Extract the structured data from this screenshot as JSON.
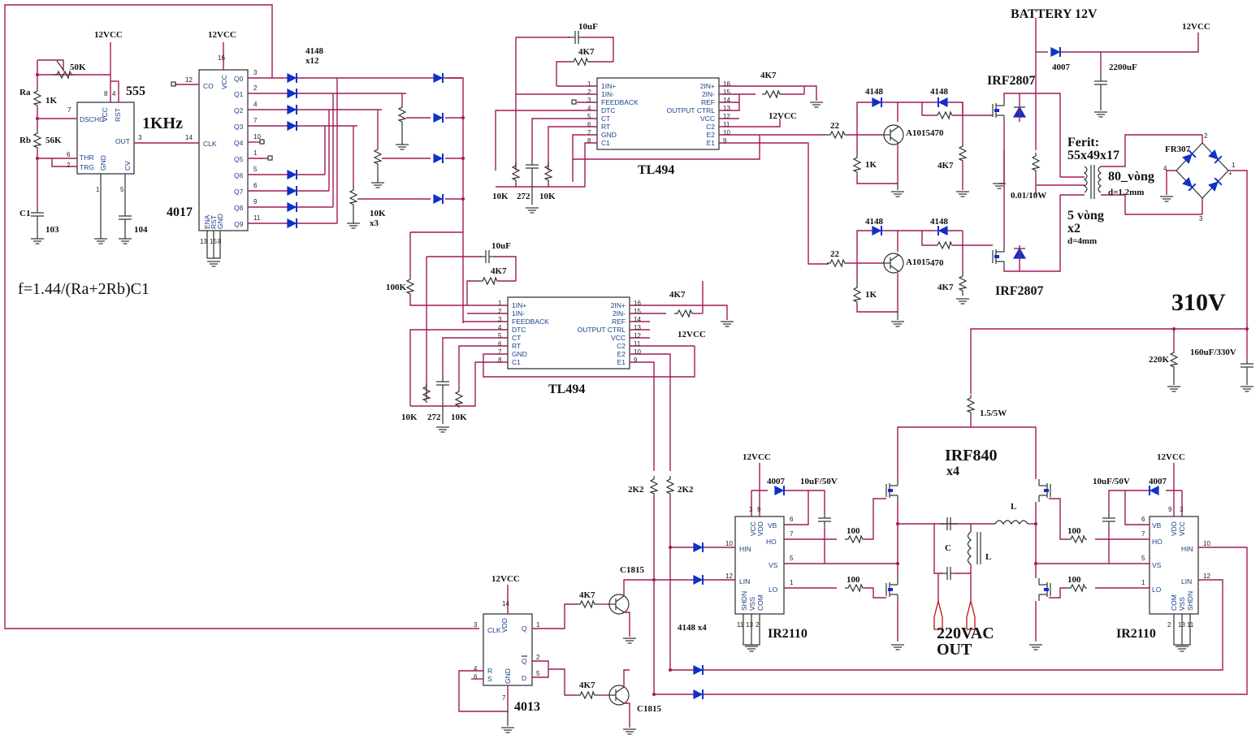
{
  "supply": {
    "vcc": "12VCC",
    "battery": "BATTERY 12V",
    "hv": "310V"
  },
  "timer555": {
    "name": "555",
    "freq": "1KHz",
    "formula": "f=1.44/(Ra+2Rb)C1",
    "ra": "Ra",
    "ra_val": "1K",
    "rb": "Rb",
    "rb_val": "56K",
    "pot": "50K",
    "c1": "C1",
    "c1_val": "103",
    "cv_cap": "104",
    "pins": {
      "dschg": "DSCHG",
      "vcc": "VCC",
      "rst": "RST",
      "out": "OUT",
      "thr": "THR",
      "trg": "TRG",
      "gnd": "GND",
      "cv": "CV"
    }
  },
  "counter4017": {
    "name": "4017",
    "diodes": "4148",
    "diodes_count": "x12",
    "pots": "10K",
    "pots_count": "x3",
    "pins": {
      "co": "CO",
      "clk": "CLK",
      "vcc": "VCC",
      "q0": "Q0",
      "q1": "Q1",
      "q2": "Q2",
      "q3": "Q3",
      "q4": "Q4",
      "q5": "Q5",
      "q6": "Q6",
      "q7": "Q7",
      "q8": "Q8",
      "q9": "Q9",
      "ena": "ENA",
      "rst": "RST",
      "gnd": "GND"
    }
  },
  "tl494": {
    "name": "TL494",
    "left_pins": [
      "1IN+",
      "1IN-",
      "FEEDBACK",
      "DTC",
      "CT",
      "RT",
      "GND",
      "C1"
    ],
    "right_pins": [
      "2IN+",
      "2IN-",
      "REF",
      "OUTPUT CTRL",
      "VCC",
      "C2",
      "E2",
      "E1"
    ],
    "cap_10u": "10uF",
    "r4k7": "4K7",
    "r10k": "10K",
    "c272": "272",
    "r100k": "100K",
    "r22": "22"
  },
  "push_pull": {
    "mosfet": "IRF2807",
    "transistor": "A1015",
    "r470": "470",
    "r1k": "1K",
    "r4k7": "4K7",
    "diode": "4148",
    "d4007": "4007",
    "c2200": "2200uF",
    "shunt": "0.01/10W",
    "ferrite": "Ferit:",
    "core": "55x49x17",
    "sec_turns": "80_vòng",
    "sec_wire": "d=1.2mm",
    "pri_turns": "5 vòng",
    "pri_count": "x2",
    "pri_wire": "d=4mm",
    "bridge": "FR307"
  },
  "hv_side": {
    "r220k": "220K",
    "cap": "160uF/330V",
    "rlim": "1.5/5W"
  },
  "hbridge": {
    "mosfet": "IRF840",
    "count": "x4",
    "driver": "IR2110",
    "r100": "100",
    "boot_d": "4007",
    "boot_c": "10uF/50V",
    "l": "L",
    "c": "C",
    "out1": "220VAC",
    "out2": "OUT",
    "r2k2": "2K2",
    "diodes": "4148 x4",
    "pins": {
      "vb": "VB",
      "ho": "HO",
      "vs": "VS",
      "lo": "LO",
      "hin": "HIN",
      "lin": "LIN",
      "vcc": "VCC",
      "vdd": "VDD",
      "shdn": "SHDN",
      "vss": "VSS",
      "com": "COM"
    }
  },
  "flipflop": {
    "name": "4013",
    "transistor": "C1815",
    "r4k7": "4K7",
    "pins": {
      "clk": "CLK",
      "vdd": "VDD",
      "q": "Q",
      "qbar": "Q",
      "r": "R",
      "s": "S",
      "gnd": "GND",
      "d": "D"
    }
  }
}
